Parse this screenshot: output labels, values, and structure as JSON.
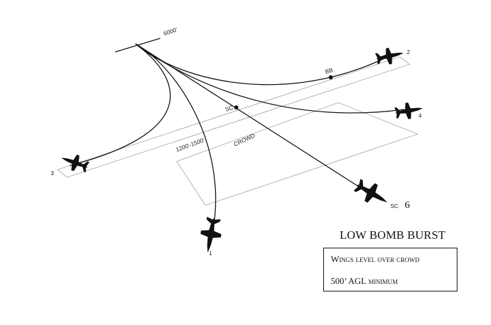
{
  "diagram": {
    "title": "LOW BOMB BURST",
    "note": {
      "line1": "Wings level over crowd",
      "line2_main": "500’ AGL",
      "line2_small": "minimum"
    },
    "labels": {
      "altitude": "6000'",
      "bb_point": "BB",
      "sc_point": "SC",
      "crowd": "CROWD",
      "distance": "1200'-1500'",
      "sc_end": "SC",
      "aircraft_2": "2",
      "aircraft_3": "3",
      "aircraft_4": "4",
      "aircraft_1": "1",
      "aircraft_6": "6"
    }
  }
}
